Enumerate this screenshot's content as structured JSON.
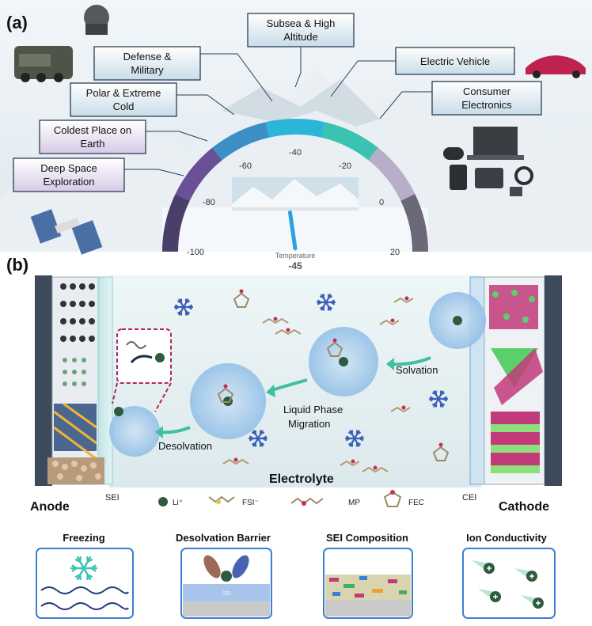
{
  "panel_a": {
    "label": "(a)",
    "applications": [
      "Subsea & High",
      "Altitude",
      "Defense &",
      "Military",
      "Polar & Extreme",
      "Cold",
      "Coldest Place on",
      "Earth",
      "Deep Space",
      "Exploration",
      "Electric Vehicle",
      "Consumer",
      "Electronics"
    ],
    "gauge": {
      "ticks": [
        "-100",
        "-80",
        "-60",
        "-40",
        "-20",
        "0",
        "20"
      ],
      "readout_label": "Temperature",
      "readout_value": "-45",
      "needle_value": -45,
      "range": [
        -100,
        20
      ],
      "segment_colors": [
        "#4a3f6b",
        "#6a5096",
        "#3b8fc4",
        "#2bb5d8",
        "#39c3b0",
        "#b8aec8",
        "#6b6878"
      ]
    }
  },
  "panel_b": {
    "label": "(b)",
    "process_labels": [
      "Solvation",
      "Liquid Phase",
      "Migration",
      "Desolvation",
      "Electrolyte"
    ],
    "electrodes": {
      "anode": "Anode",
      "cathode": "Cathode",
      "sei": "SEI",
      "cei": "CEI"
    },
    "legend": [
      "Li⁺",
      "FSI⁻",
      "MP",
      "FEC"
    ]
  },
  "challenges": [
    "Freezing",
    "Desolvation Barrier",
    "SEI Composition",
    "Ion Conductivity"
  ],
  "sei_tag": "SEI",
  "colors": {
    "accent_green": "#3fc0a0",
    "li_ion": "#2f5a3e",
    "box_border": "#3a7fd6",
    "gauge_purple": "#5a4a86"
  }
}
